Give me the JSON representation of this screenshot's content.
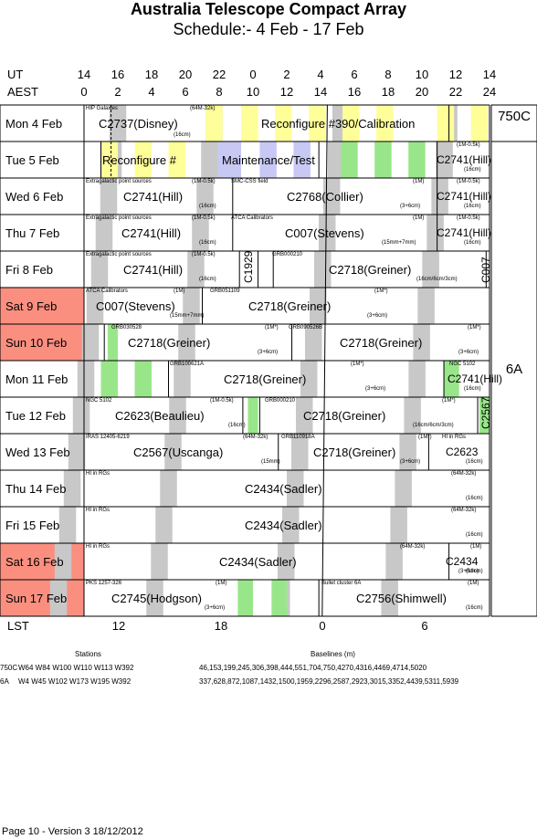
{
  "title": "Australia Telescope Compact Array",
  "subtitle": "Schedule:- 4  Feb - 17 Feb",
  "ut_label": "UT",
  "aest_label": "AEST",
  "lst_label": "LST",
  "ut_ticks": [
    "14",
    "16",
    "18",
    "20",
    "22",
    "0",
    "2",
    "4",
    "6",
    "8",
    "10",
    "12",
    "14"
  ],
  "aest_ticks": [
    "0",
    "2",
    "4",
    "6",
    "8",
    "10",
    "12",
    "14",
    "16",
    "18",
    "20",
    "22",
    "24"
  ],
  "lst_ticks": [
    "12",
    "18",
    "0",
    "6"
  ],
  "days": [
    {
      "label": "Mon   4  Feb",
      "weekend": false
    },
    {
      "label": "Tue   5  Feb",
      "weekend": false
    },
    {
      "label": "Wed   6  Feb",
      "weekend": false
    },
    {
      "label": "Thu   7  Feb",
      "weekend": false
    },
    {
      "label": "Fri   8  Feb",
      "weekend": false
    },
    {
      "label": "Sat   9  Feb",
      "weekend": true
    },
    {
      "label": "Sun  10 Feb",
      "weekend": true
    },
    {
      "label": "Mon  11 Feb",
      "weekend": false
    },
    {
      "label": "Tue   12  Feb",
      "weekend": false
    },
    {
      "label": "Wed  13 Feb",
      "weekend": false
    },
    {
      "label": "Thu   14 Feb",
      "weekend": false
    },
    {
      "label": "Fri   15 Feb",
      "weekend": false
    },
    {
      "label": "Sat   16 Feb",
      "weekend": true
    },
    {
      "label": "Sun  17 Feb",
      "weekend": true
    }
  ],
  "configs": [
    {
      "label": "750C"
    },
    {
      "label": "6A"
    }
  ],
  "projects": [
    {
      "label": "C2737(Disney)"
    },
    {
      "label": "Reconfigure #390/Calibration"
    },
    {
      "label": "Reconfigure #"
    },
    {
      "label": "Maintenance/Test"
    },
    {
      "label": "C2741(Hill)"
    },
    {
      "label": "C2768(Collier)"
    },
    {
      "label": "C2741(Hill)"
    },
    {
      "label": "C007(Stevens)"
    },
    {
      "label": "C2741(Hill)"
    },
    {
      "label": "C2718(Greiner)"
    },
    {
      "label": "C007(Stevens)"
    },
    {
      "label": "C2718(Greiner)"
    },
    {
      "label": "C2718(Greiner)"
    },
    {
      "label": "C2718(Greiner)"
    },
    {
      "label": "C2718(Greiner)"
    },
    {
      "label": "C2623(Beaulieu)"
    },
    {
      "label": "C2718(Greiner)"
    },
    {
      "label": "C2567(Uscanga)"
    },
    {
      "label": "C2718(Greiner)"
    },
    {
      "label": "C2434(Sadler)"
    },
    {
      "label": "C2434(Sadler)"
    },
    {
      "label": "C2434(Sadler)"
    },
    {
      "label": "C2745(Hodgson)"
    },
    {
      "label": "C2756(Shimwell)"
    },
    {
      "label": "C2741(Hill)"
    },
    {
      "label": "C2741(Hill)"
    },
    {
      "label": "C2741(Hill)"
    },
    {
      "label": "C2741(Hill)"
    },
    {
      "label": "C2623"
    },
    {
      "label": "C2434"
    },
    {
      "label": "C2745"
    },
    {
      "label": "C1929"
    },
    {
      "label": "C007"
    },
    {
      "label": "C2567"
    }
  ],
  "notes": [
    {
      "label": "HIP Galaxies"
    },
    {
      "label": "(64M-32k)"
    },
    {
      "label": "(16cm)"
    },
    {
      "label": "(1M-0.5k)"
    },
    {
      "label": "(16cm)"
    },
    {
      "label": "Extragalactic point sources"
    },
    {
      "label": "(1M-0.5k)"
    },
    {
      "label": "(16cm)"
    },
    {
      "label": "SMC-CSS field"
    },
    {
      "label": "(1M)"
    },
    {
      "label": "(3+6cm)"
    },
    {
      "label": "(1M-0.5k)"
    },
    {
      "label": "(16cm)"
    },
    {
      "label": "Extragalactic point sources"
    },
    {
      "label": "(1M-0.5k)"
    },
    {
      "label": "(16cm)"
    },
    {
      "label": "ATCA Calibrators"
    },
    {
      "label": "(1M)"
    },
    {
      "label": "(15mm+7mm)"
    },
    {
      "label": "(1M-0.5k)"
    },
    {
      "label": "(16cm)"
    },
    {
      "label": "Extragalactic point sources"
    },
    {
      "label": "(1M-0.5k)"
    },
    {
      "label": "(16cm)"
    },
    {
      "label": "GRB000210"
    },
    {
      "label": "(16cm/6cm/3cm)"
    },
    {
      "label": "ATCA Calibrators"
    },
    {
      "label": "(1M)"
    },
    {
      "label": "GRB051109"
    },
    {
      "label": "(15mm+7mm)"
    },
    {
      "label": "(1M*)"
    },
    {
      "label": "(3+6cm)"
    },
    {
      "label": "GRB030528"
    },
    {
      "label": "(1M*)"
    },
    {
      "label": "GRB090526B"
    },
    {
      "label": "(1M*)"
    },
    {
      "label": "(3+6cm)"
    },
    {
      "label": "(3+6cm)"
    },
    {
      "label": "GRB100621A"
    },
    {
      "label": "(1M*)"
    },
    {
      "label": "(3+6cm)"
    },
    {
      "label": "NGC 5102"
    },
    {
      "label": "(16cm)"
    },
    {
      "label": "NGC 5102"
    },
    {
      "label": "(1M-0.5k)"
    },
    {
      "label": "(16cm)"
    },
    {
      "label": "GRB000210"
    },
    {
      "label": "(1M*)"
    },
    {
      "label": "(16cm/6cm/3cm)"
    },
    {
      "label": "IRAS 12405-6219"
    },
    {
      "label": "(64M-32k)"
    },
    {
      "label": "GRB110918A"
    },
    {
      "label": "(1M*)"
    },
    {
      "label": "(15mm)"
    },
    {
      "label": "(3+6cm)"
    },
    {
      "label": "HI in RGs"
    },
    {
      "label": "(16cm)"
    },
    {
      "label": "HI in RGs"
    },
    {
      "label": "(64M-32k)"
    },
    {
      "label": "(16cm)"
    },
    {
      "label": "HI in RGs"
    },
    {
      "label": "(64M-32k)"
    },
    {
      "label": "(16cm)"
    },
    {
      "label": "HI in RGs"
    },
    {
      "label": "(64M-32k)"
    },
    {
      "label": "(16cm)"
    },
    {
      "label": "(1M)"
    },
    {
      "label": "(3+6cm)"
    },
    {
      "label": "PKS 1257-326"
    },
    {
      "label": "(1M)"
    },
    {
      "label": "(3+6cm)"
    },
    {
      "label": "Bullet cluster 6A"
    },
    {
      "label": "(1M)"
    },
    {
      "label": "(16cm)"
    }
  ],
  "legend": {
    "stations_title": "Stations",
    "baselines_title": "Baselines (m)",
    "rows": [
      {
        "config": "750C",
        "stations": "W64 W84 W100 W110 W113 W392",
        "baselines": "46,153,199,245,306,398,444,551,704,750,4270,4316,4469,4714,5020"
      },
      {
        "config": "6A",
        "stations": "W4 W45 W102 W173 W195 W392",
        "baselines": "337,628,872,1087,1432,1500,1959,2296,2587,2923,3015,3352,4439,5311,5939"
      }
    ]
  },
  "footer": "Page 10 - Version 3  18/12/2012",
  "colors": {
    "weekend": "#fa8f80",
    "grey": "#c8c8c8",
    "yellow": "#ffff99",
    "green": "#99e68a",
    "blue": "#c8c8f5"
  }
}
